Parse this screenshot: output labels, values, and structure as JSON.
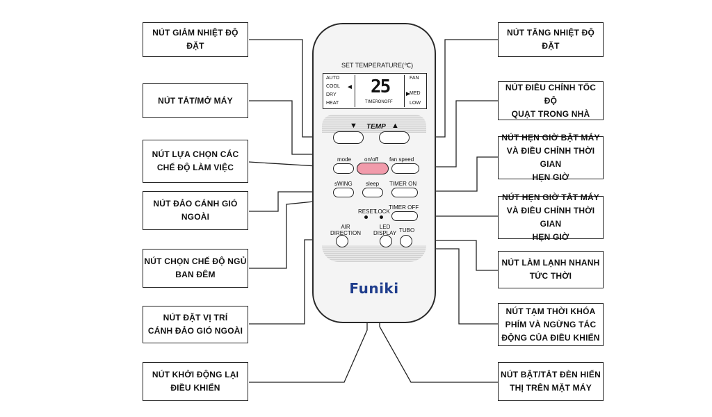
{
  "callouts": {
    "temp_down": "NÚT GIẢM NHIỆT ĐỘ ĐẶT",
    "power": "NÚT TẮT/MỞ MÁY",
    "mode": "NÚT LỰA CHỌN CÁC\nCHẾ ĐỘ LÀM VIỆC",
    "swing": "NÚT ĐẢO CÁNH GIÓ\nNGOÀI",
    "sleep": "NÚT CHỌN CHẾ ĐỘ NGỦ\nBAN ĐÊM",
    "air_direction": "NÚT ĐẶT VỊ TRÍ\nCÁNH ĐẢO GIÓ NGOÀI",
    "reset": "NÚT KHỞI ĐỘNG LẠI\nĐIỀU KHIỂN",
    "temp_up": "NÚT TĂNG NHIỆT ĐỘ ĐẶT",
    "fan_speed": "NÚT ĐIỀU CHỈNH TỐC ĐỘ\nQUẠT TRONG NHÀ",
    "timer_on": "NÚT HẸN GIỜ BẬT MÁY\nVÀ ĐIỀU CHỈNH THỜI GIAN\nHẸN GIỜ",
    "timer_off": "NÚT HẸN GIỜ TẮT MÁY\nVÀ ĐIỀU CHỈNH THỜI GIAN\nHẸN GIỜ",
    "turbo": "NÚT LÀM LẠNH NHANH\nTỨC THỜI",
    "lock": "NÚT TẠM THỜI KHÓA\nPHÍM VÀ NGỪNG TÁC\nĐỘNG CỦA ĐIỀU KHIỂN",
    "led_display": "NÚT BẬT/TẮT ĐÈN HIỂN\nTHỊ TRÊN MẶT MÁY"
  },
  "remote": {
    "set_temp_label": "SET TEMPERATURE(℃)",
    "modes": [
      "AUTO",
      "COOL",
      "DRY",
      "HEAT"
    ],
    "fan_levels": [
      "FAN",
      "MED",
      "LOW"
    ],
    "display_digits": "25",
    "display_timer": "TIMERONOFF",
    "temp_label": "TEMP",
    "down_glyph": "▼",
    "up_glyph": "▲",
    "left_mark": "◄",
    "right_mark": "►",
    "btn_mode": "mode",
    "btn_onoff": "on/off",
    "btn_fan_speed": "fan speed",
    "btn_swing": "sWING",
    "btn_sleep": "sleep",
    "btn_timer_on": "TIMER ON",
    "btn_timer_off": "TIMER OFF",
    "reset": "RESET",
    "lock": "LOCK",
    "air_direction": "AIR\nDIRECTION",
    "led_display": "LED\nDISPLAY",
    "turbo": "TUBO",
    "brand": "Funiki"
  },
  "colors": {
    "onoff_button": "#f19bab",
    "brand": "#1f3d8c"
  }
}
